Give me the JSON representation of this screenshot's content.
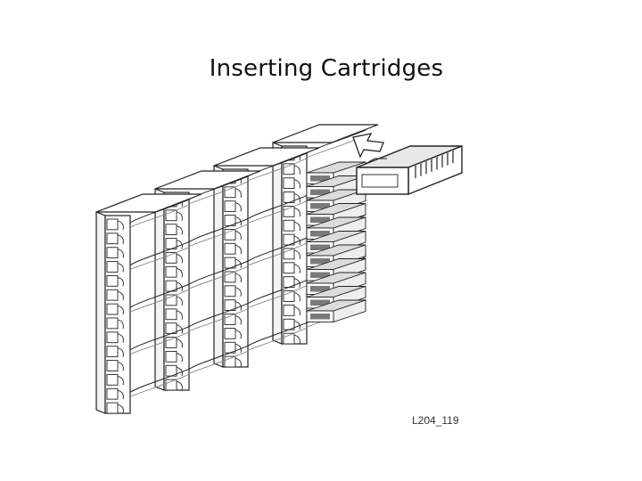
{
  "slide": {
    "title": "Inserting Cartridges",
    "figure_id": "L204_119"
  },
  "illustration": {
    "subject": "cartridge-rack-with-inserting-cartridge",
    "rack_columns": 4,
    "slots_per_column": 14,
    "line_color": "#222222",
    "shade_color": "#7a7a7a",
    "fill_color": "#ffffff"
  }
}
